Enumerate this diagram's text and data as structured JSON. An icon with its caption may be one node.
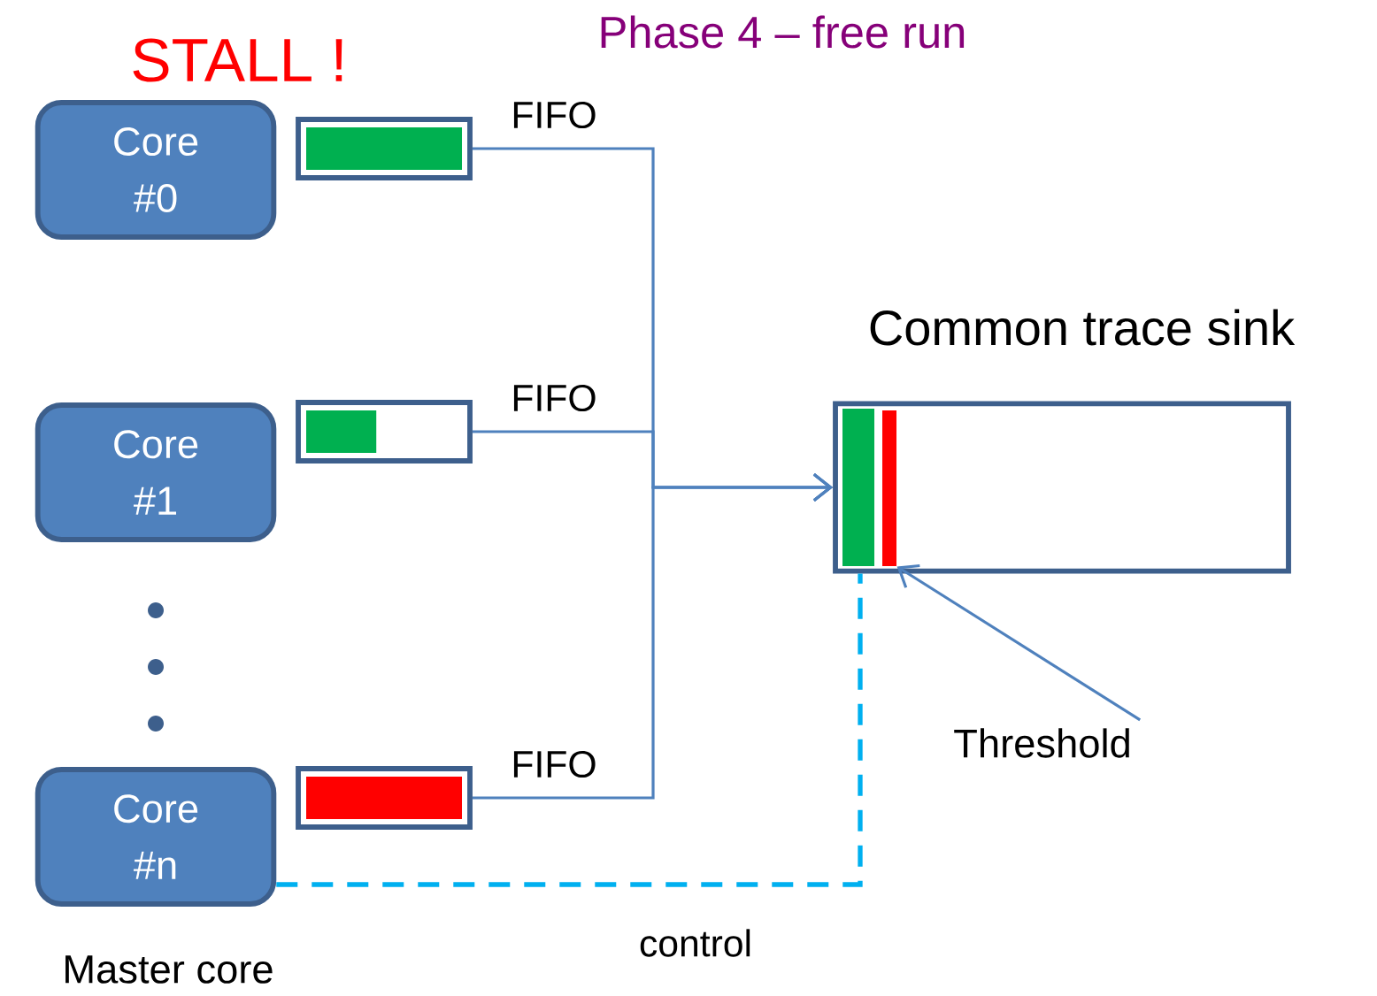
{
  "diagram": {
    "title": "Phase 4 – free run",
    "nodes": [
      {
        "text": [
          "Core #0"
        ]
      },
      {
        "text": [
          "Core #1"
        ]
      },
      {
        "text": [
          "Core #n"
        ],
        "beside": [
          "Master core"
        ]
      },
      {
        "text": [],
        "shape": "bar"
      },
      {
        "text": [],
        "shape": "bar"
      },
      {
        "text": [],
        "shape": "bar"
      },
      {
        "text": [
          "Common trace sink"
        ]
      },
      {
        "text": [],
        "shape": "bar",
        "in": 6
      },
      {
        "text": [
          "Threshold"
        ]
      }
    ],
    "edges": [
      {
        "from": 3,
        "to": 6,
        "arrow": "to",
        "label": "FIFO"
      },
      {
        "from": 4,
        "to": 6,
        "arrow": "to",
        "label": "FIFO"
      },
      {
        "from": 5,
        "to": 6,
        "arrow": "to",
        "label": "FIFO"
      },
      {
        "from": 2,
        "to": 6,
        "arrow": "none",
        "label": "control",
        "style": "dashed",
        "color": "#00b0f0"
      },
      {
        "from": 8,
        "to": 7,
        "arrow": "to"
      }
    ],
    "labels": [
      "STALL !"
    ]
  }
}
